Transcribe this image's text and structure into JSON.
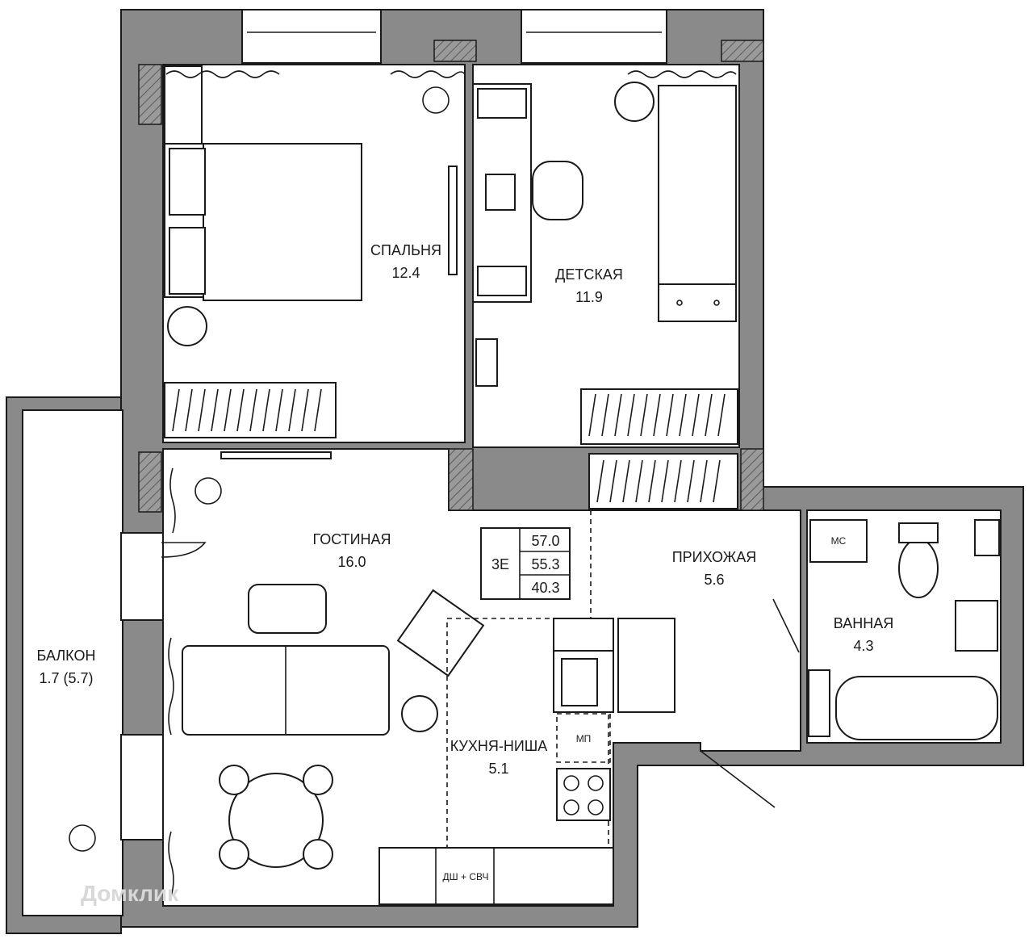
{
  "rooms": {
    "bedroom": {
      "name": "СПАЛЬНЯ",
      "area": "12.4"
    },
    "kids": {
      "name": "ДЕТСКАЯ",
      "area": "11.9"
    },
    "living": {
      "name": "ГОСТИНАЯ",
      "area": "16.0"
    },
    "hall": {
      "name": "ПРИХОЖАЯ",
      "area": "5.6"
    },
    "bath": {
      "name": "ВАННАЯ",
      "area": "4.3"
    },
    "kitchen": {
      "name": "КУХНЯ-НИША",
      "area": "5.1"
    },
    "balcony": {
      "name": "БАЛКОН",
      "area": "1.7 (5.7)"
    }
  },
  "summary": {
    "type": "3Е",
    "total": "57.0",
    "without_balcony": "55.3",
    "living": "40.3"
  },
  "appliances": {
    "washing_machine": "МС",
    "dishwasher_microwave": "ДШ + СВЧ",
    "dishwasher": "МП"
  },
  "watermark": {
    "text": "Домклик"
  }
}
